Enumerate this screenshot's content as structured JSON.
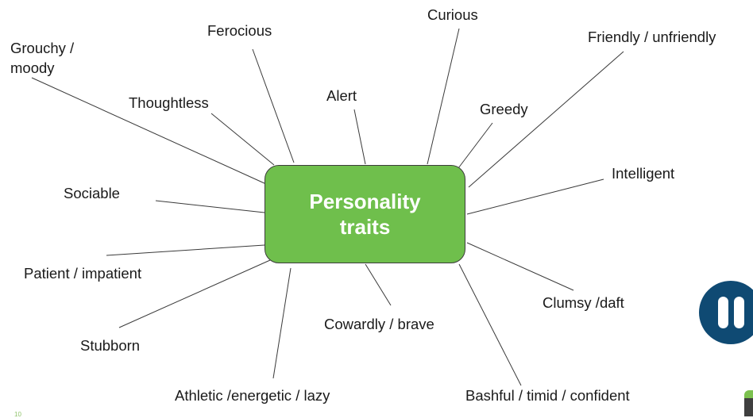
{
  "center": {
    "label": "Personality\ntraits",
    "color": "#6fbf4c"
  },
  "traits": [
    {
      "id": "grouchy",
      "label": "Grouchy /\nmoody"
    },
    {
      "id": "ferocious",
      "label": "Ferocious"
    },
    {
      "id": "thoughtless",
      "label": "Thoughtless"
    },
    {
      "id": "alert",
      "label": "Alert"
    },
    {
      "id": "curious",
      "label": "Curious"
    },
    {
      "id": "greedy",
      "label": "Greedy"
    },
    {
      "id": "friendly",
      "label": "Friendly / unfriendly"
    },
    {
      "id": "intelligent",
      "label": "Intelligent"
    },
    {
      "id": "sociable",
      "label": "Sociable"
    },
    {
      "id": "patient",
      "label": "Patient / impatient"
    },
    {
      "id": "stubborn",
      "label": "Stubborn"
    },
    {
      "id": "clumsy",
      "label": "Clumsy /daft"
    },
    {
      "id": "cowardly",
      "label": "Cowardly / brave"
    },
    {
      "id": "athletic",
      "label": "Athletic /energetic / lazy"
    },
    {
      "id": "bashful",
      "label": "Bashful / timid / confident"
    }
  ],
  "page_number": "10",
  "icons": {
    "pause": "pause-icon",
    "corner": "logo-icon"
  }
}
